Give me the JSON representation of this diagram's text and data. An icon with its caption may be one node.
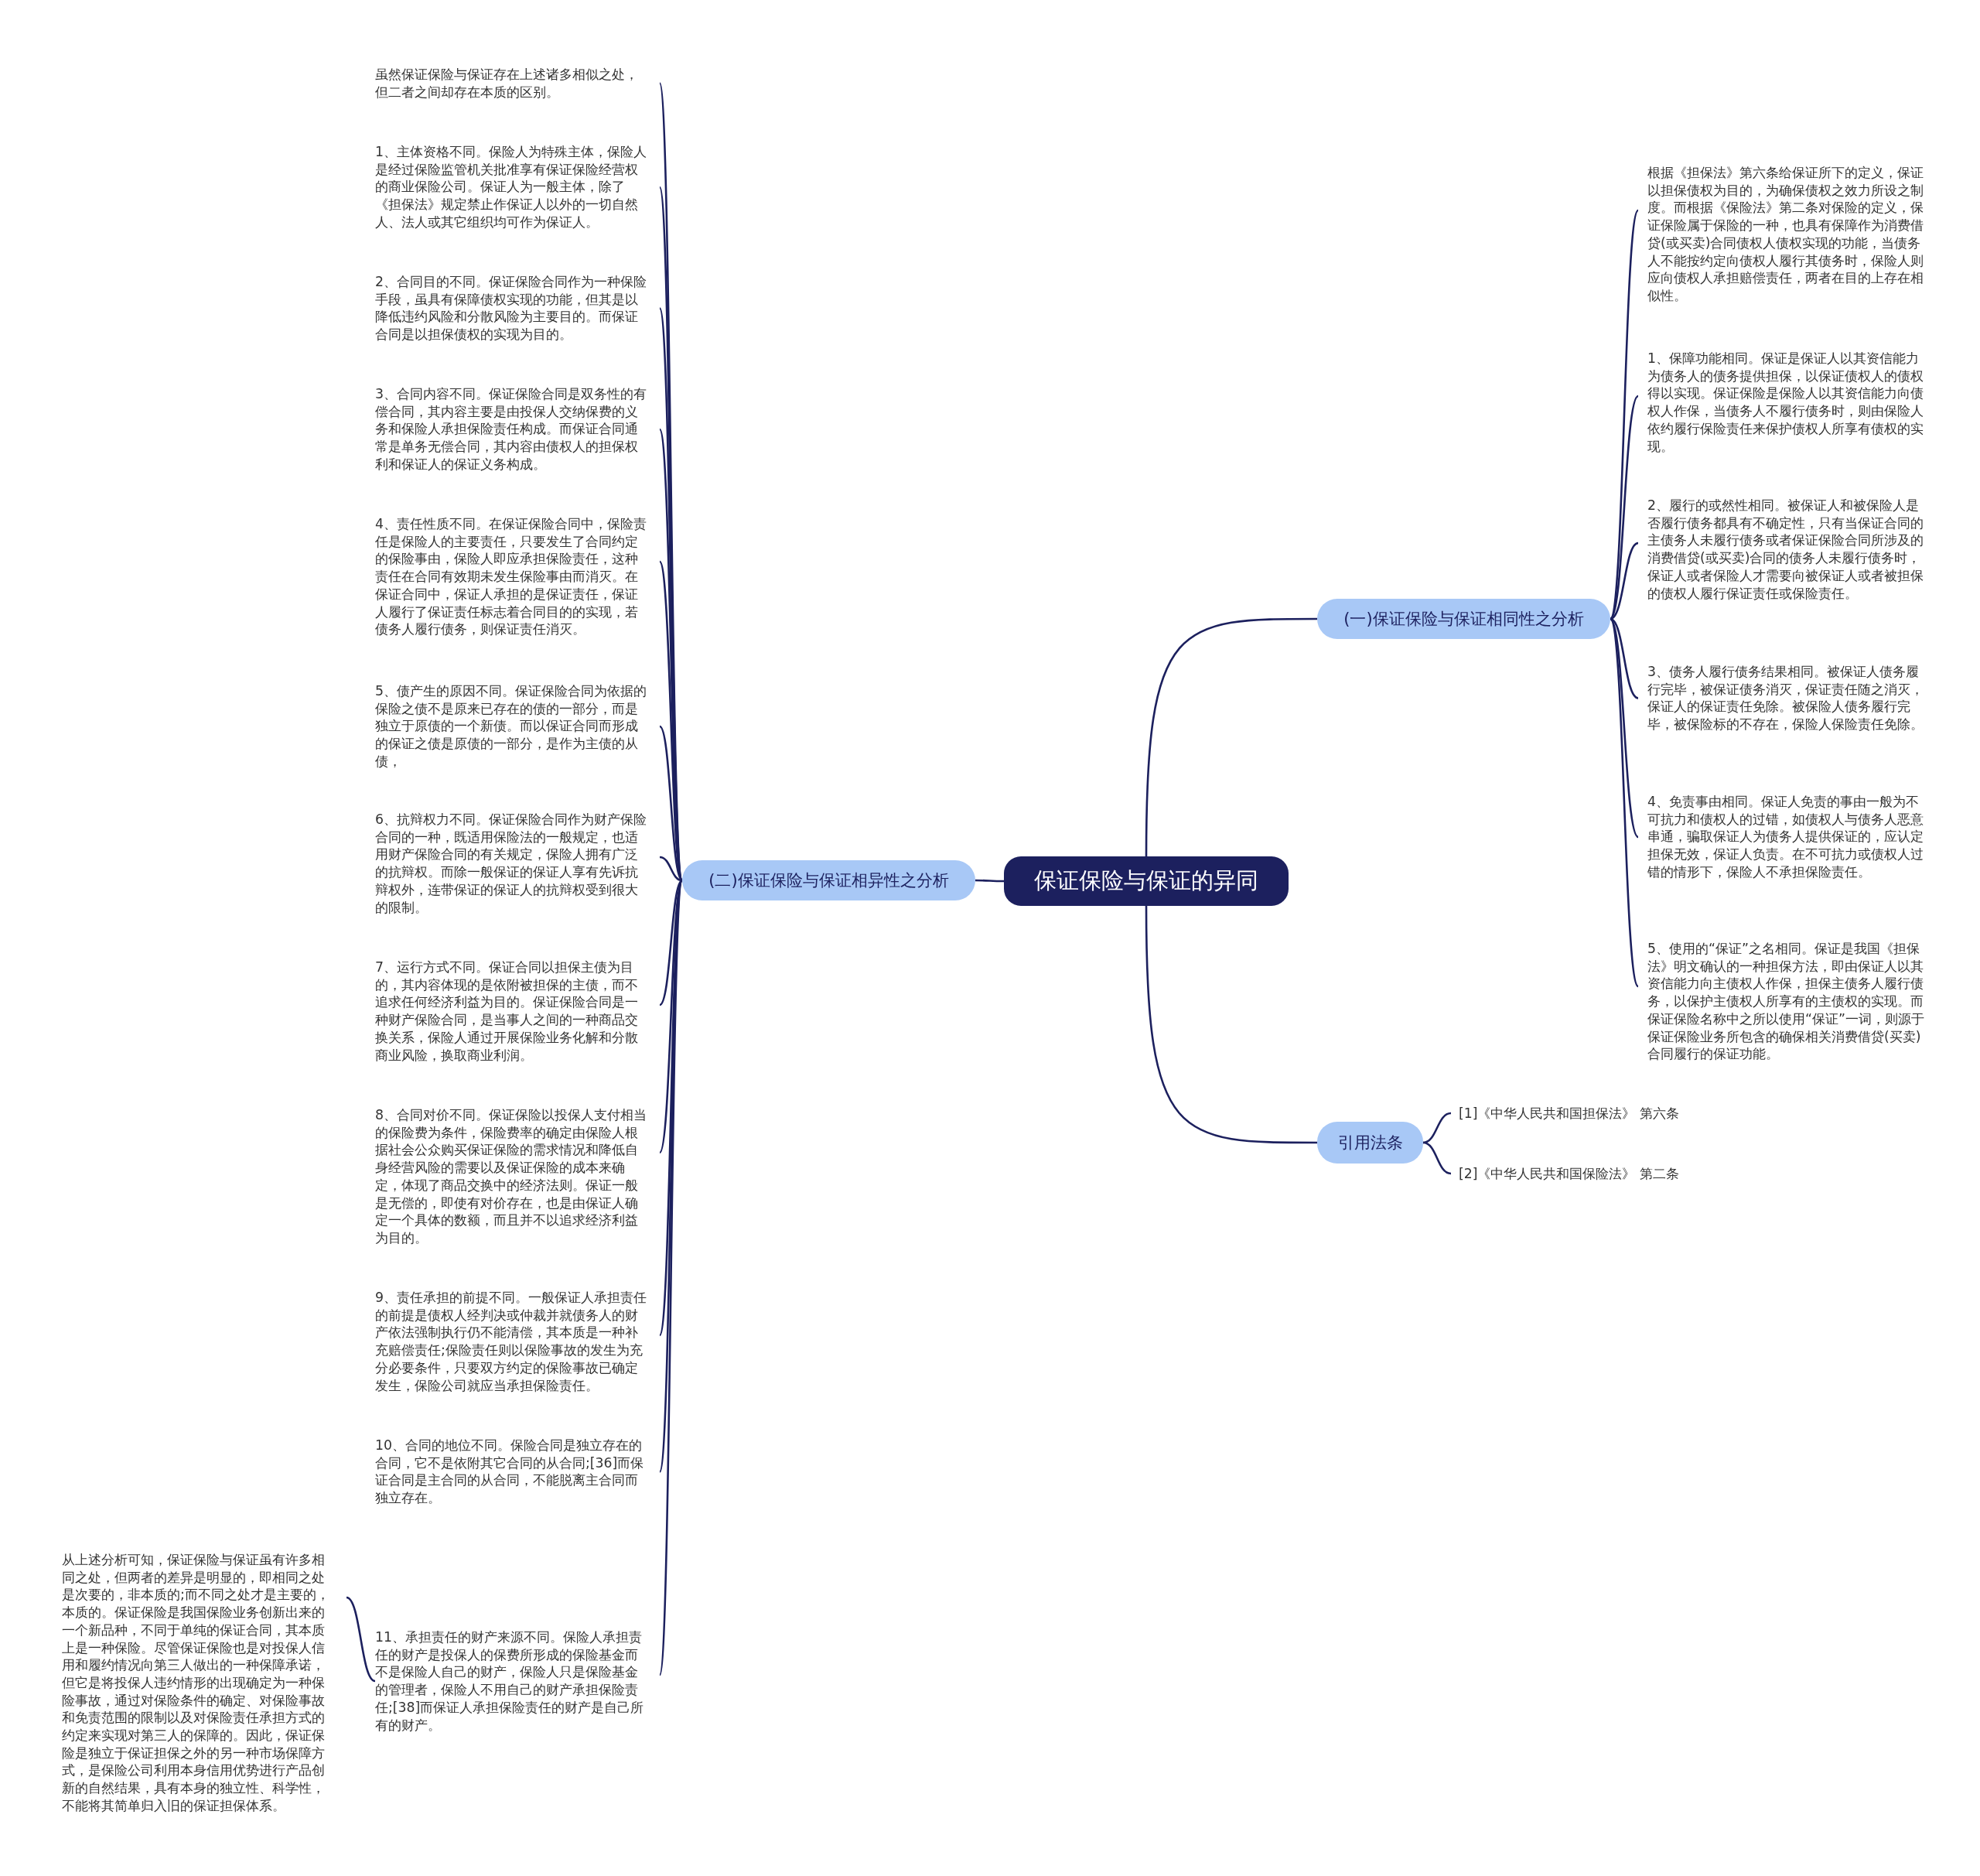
{
  "diagram": {
    "nodes": [
      {
        "text": [
          "保证保险与保证的异同"
        ]
      },
      {
        "text": [
          "(一)保证保险与保证相同性之分析"
        ]
      },
      {
        "text": [
          "根据《担保法》第六条给保证所下的定义，保证以担保债权为目的，为确保债权之效力所设之制度。而根据《保险法》第二条对保险的定义，保证保险属于保险的一种，也具有保障作为消费借贷(或买卖)合同债权人债权实现的功能，当债务人不能按约定向债权人履行其债务时，保险人则应向债权人承担赔偿责任，两者在目的上存在相似性。"
        ]
      },
      {
        "text": [
          "1、保障功能相同。保证是保证人以其资信能力为债务人的债务提供担保，以保证债权人的债权得以实现。保证保险是保险人以其资信能力向债权人作保，当债务人不履行债务时，则由保险人依约履行保险责任来保护债权人所享有债权的实现。"
        ]
      },
      {
        "text": [
          "2、履行的或然性相同。被保证人和被保险人是否履行债务都具有不确定性，只有当保证合同的主债务人未履行债务或者保证保险合同所涉及的消费借贷(或买卖)合同的债务人未履行债务时，保证人或者保险人才需要向被保证人或者被担保的债权人履行保证责任或保险责任。"
        ]
      },
      {
        "text": [
          "3、债务人履行债务结果相同。被保证人债务履行完毕，被保证债务消灭，保证责任随之消灭，保证人的保证责任免除。被保险人债务履行完毕，被保险标的不存在，保险人保险责任免除。"
        ]
      },
      {
        "text": [
          "4、免责事由相同。保证人免责的事由一般为不可抗力和债权人的过错，如债权人与债务人恶意串通，骗取保证人为债务人提供保证的，应认定担保无效，保证人负责。在不可抗力或债权人过错的情形下，保险人不承担保险责任。"
        ]
      },
      {
        "text": [
          "5、使用的“保证”之名相同。保证是我国《担保法》明文确认的一种担保方法，即由保证人以其资信能力向主债权人作保，担保主债务人履行债务，以保护主债权人所享有的主债权的实现。而保证保险名称中之所以使用“保证”一词，则源于保证保险业务所包含的确保相关消费借贷(买卖)合同履行的保证功能。"
        ]
      },
      {
        "text": [
          "引用法条"
        ]
      },
      {
        "text": [
          "[1]《中华人民共和国担保法》 第六条"
        ]
      },
      {
        "text": [
          "[2]《中华人民共和国保险法》 第二条"
        ]
      },
      {
        "text": [
          "(二)保证保险与保证相异性之分析"
        ]
      },
      {
        "text": [
          "虽然保证保险与保证存在上述诸多相似之处，但二者之间却存在本质的区别。"
        ]
      },
      {
        "text": [
          "1、主体资格不同。保险人为特殊主体，保险人是经过保险监管机关批准享有保证保险经营权的商业保险公司。保证人为一般主体，除了《担保法》规定禁止作保证人以外的一切自然人、法人或其它组织均可作为保证人。"
        ]
      },
      {
        "text": [
          "2、合同目的不同。保证保险合同作为一种保险手段，虽具有保障债权实现的功能，但其是以降低违约风险和分散风险为主要目的。而保证合同是以担保债权的实现为目的。"
        ]
      },
      {
        "text": [
          "3、合同内容不同。保证保险合同是双务性的有偿合同，其内容主要是由投保人交纳保费的义务和保险人承担保险责任构成。而保证合同通常是单务无偿合同，其内容由债权人的担保权利和保证人的保证义务构成。"
        ]
      },
      {
        "text": [
          "4、责任性质不同。在保证保险合同中，保险责任是保险人的主要责任，只要发生了合同约定的保险事由，保险人即应承担保险责任，这种责任在合同有效期未发生保险事由而消灭。在保证合同中，保证人承担的是保证责任，保证人履行了保证责任标志着合同目的的实现，若债务人履行债务，则保证责任消灭。"
        ]
      },
      {
        "text": [
          "5、债产生的原因不同。保证保险合同为依据的保险之债不是原来已存在的债的一部分，而是独立于原债的一个新债。而以保证合同而形成的保证之债是原债的一部分，是作为主债的从债，"
        ]
      },
      {
        "text": [
          "6、抗辩权力不同。保证保险合同作为财产保险合同的一种，既适用保险法的一般规定，也适用财产保险合同的有关规定，保险人拥有广泛的抗辩权。而除一般保证的保证人享有先诉抗辩权外，连带保证的保证人的抗辩权受到很大的限制。"
        ]
      },
      {
        "text": [
          "7、运行方式不同。保证合同以担保主债为目的，其内容体现的是依附被担保的主债，而不追求任何经济利益为目的。保证保险合同是一种财产保险合同，是当事人之间的一种商品交换关系，保险人通过开展保险业务化解和分散商业风险，换取商业利润。"
        ]
      },
      {
        "text": [
          "8、合同对价不同。保证保险以投保人支付相当的保险费为条件，保险费率的确定由保险人根据社会公众购买保证保险的需求情况和降低自身经营风险的需要以及保证保险的成本来确定，体现了商品交换中的经济法则。保证一般是无偿的，即使有对价存在，也是由保证人确定一个具体的数额，而且并不以追求经济利益为目的。"
        ]
      },
      {
        "text": [
          "9、责任承担的前提不同。一般保证人承担责任的前提是债权人经判决或仲裁并就债务人的财产依法强制执行仍不能清偿，其本质是一种补充赔偿责任;保险责任则以保险事故的发生为充分必要条件，只要双方约定的保险事故已确定发生，保险公司就应当承担保险责任。"
        ]
      },
      {
        "text": [
          "10、合同的地位不同。保险合同是独立存在的合同，它不是依附其它合同的从合同;[36]而保证合同是主合同的从合同，不能脱离主合同而独立存在。"
        ]
      },
      {
        "text": [
          "11、承担责任的财产来源不同。保险人承担责任的财产是投保人的保费所形成的保险基金而不是保险人自己的财产，保险人只是保险基金的管理者，保险人不用自己的财产承担保险责任;[38]而保证人承担保险责任的财产是自己所有的财产。"
        ]
      },
      {
        "text": [
          "从上述分析可知，保证保险与保证虽有许多相同之处，但两者的差异是明显的，即相同之处是次要的，非本质的;而不同之处才是主要的，本质的。保证保险是我国保险业务创新出来的一个新品种，不同于单纯的保证合同，其本质上是一种保险。尽管保证保险也是对投保人信用和履约情况向第三人做出的一种保障承诺，但它是将投保人违约情形的出现确定为一种保险事故，通过对保险条件的确定、对保险事故和免责范围的限制以及对保险责任承担方式的约定来实现对第三人的保障的。因此，保证保险是独立于保证担保之外的另一种市场保障方式，是保险公司利用本身信用优势进行产品创新的自然结果，具有本身的独立性、科学性，不能将其简单归入旧的保证担保体系。"
        ]
      }
    ],
    "edges": [
      {
        "from": 0,
        "to": 1,
        "arrow": "none"
      },
      {
        "from": 0,
        "to": 8,
        "arrow": "none"
      },
      {
        "from": 0,
        "to": 11,
        "arrow": "none"
      },
      {
        "from": 1,
        "to": 2,
        "arrow": "none"
      },
      {
        "from": 1,
        "to": 3,
        "arrow": "none"
      },
      {
        "from": 1,
        "to": 4,
        "arrow": "none"
      },
      {
        "from": 1,
        "to": 5,
        "arrow": "none"
      },
      {
        "from": 1,
        "to": 6,
        "arrow": "none"
      },
      {
        "from": 1,
        "to": 7,
        "arrow": "none"
      },
      {
        "from": 8,
        "to": 9,
        "arrow": "none"
      },
      {
        "from": 8,
        "to": 10,
        "arrow": "none"
      },
      {
        "from": 11,
        "to": 12,
        "arrow": "none"
      },
      {
        "from": 11,
        "to": 13,
        "arrow": "none"
      },
      {
        "from": 11,
        "to": 14,
        "arrow": "none"
      },
      {
        "from": 11,
        "to": 15,
        "arrow": "none"
      },
      {
        "from": 11,
        "to": 16,
        "arrow": "none"
      },
      {
        "from": 11,
        "to": 17,
        "arrow": "none"
      },
      {
        "from": 11,
        "to": 18,
        "arrow": "none"
      },
      {
        "from": 11,
        "to": 19,
        "arrow": "none"
      },
      {
        "from": 11,
        "to": 20,
        "arrow": "none"
      },
      {
        "from": 11,
        "to": 21,
        "arrow": "none"
      },
      {
        "from": 11,
        "to": 22,
        "arrow": "none"
      },
      {
        "from": 11,
        "to": 23,
        "arrow": "none"
      },
      {
        "from": 23,
        "to": 24,
        "arrow": "none"
      }
    ]
  }
}
